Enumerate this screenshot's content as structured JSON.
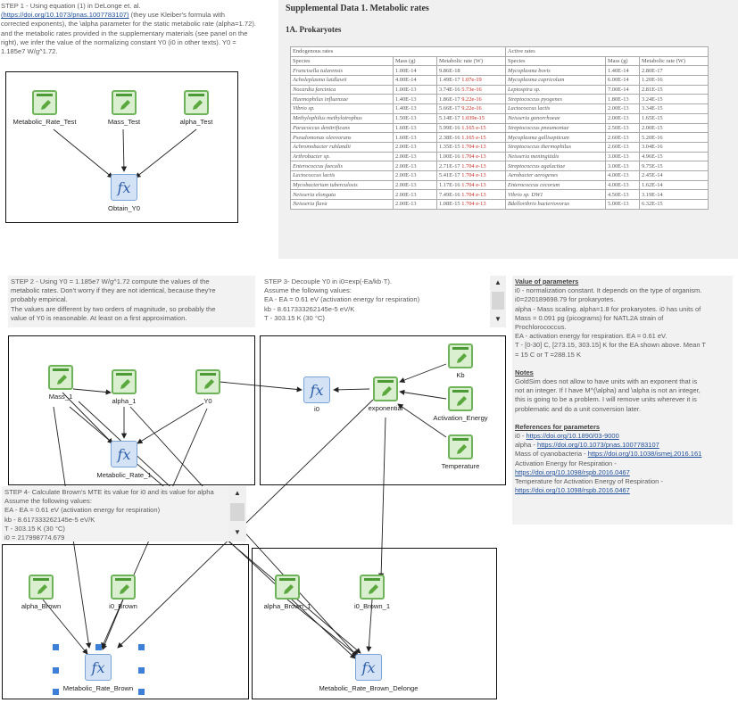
{
  "step1": {
    "line1": "STEP 1 - Using equation (1) in DeLonge et. al.",
    "link": "(https://doi.org/10.1073/pnas.1007783107)",
    "line2b": " (they use Kleiber's formula with",
    "line3": "corrected exponents), the \\alpha parameter for the static metabolic rate (alpha=1.72).",
    "line4": "and the metabolic rates provided in the supplementary materials (see panel on the",
    "line5": "right), we infer the value of the normalizing constant Y0 (i0 in other texts). Y0 =",
    "line6": "1.185e7 W/g^1.72."
  },
  "supp": {
    "title": "Supplemental Data 1. Metabolic rates",
    "subtitle": "1A. Prokaryotes",
    "endogenous_header": "Endogenous rates",
    "active_header": "Active rates",
    "columns": [
      "Species",
      "Mass (g)",
      "Metabolic rate (W)",
      "Species",
      "Mass (g)",
      "Metabolic rate (W)"
    ],
    "rows": [
      [
        "Francisella tularensis",
        "1.00E-14",
        "9.86E-18",
        "",
        "Mycoplasma bovis",
        "1.40E-14",
        "2.80E-17"
      ],
      [
        "Acholeplasma laidlawii",
        "4.00E-14",
        "1.49E-17",
        "1.07e-19",
        "Mycoplasma capricolum",
        "6.00E-14",
        "1.20E-16"
      ],
      [
        "Nocardia farcinica",
        "1.00E-13",
        "3.74E-16",
        "5.73e-16",
        "Leptospira sp.",
        "7.00E-14",
        "2.81E-15"
      ],
      [
        "Haemophilus influenzae",
        "1.40E-13",
        "1.86E-17",
        "9.22e-16",
        "Streptococcus pyogenes",
        "1.80E-13",
        "3.24E-15"
      ],
      [
        "Vibrio sp.",
        "1.40E-13",
        "5.66E-17",
        "9.22e-16",
        "Lactococcus lactis",
        "2.00E-13",
        "3.34E-15"
      ],
      [
        "Methylophilus methylotrophus",
        "1.50E-13",
        "5.14E-17",
        "1.039e-15",
        "Neisseria gonorrhoeae",
        "2.00E-13",
        "1.65E-15"
      ],
      [
        "Paracoccus denitrificans",
        "1.60E-13",
        "5.99E-16",
        "1.165 e-15",
        "Streptococcus pneumoniae",
        "2.50E-13",
        "2.00E-15"
      ],
      [
        "Pseudomonas oleovorans",
        "1.60E-13",
        "2.38E-16",
        "1.165 e-15",
        "Mycoplasma gallisepticum",
        "2.60E-13",
        "5.20E-16"
      ],
      [
        "Achromobacter ruhlandii",
        "2.00E-13",
        "1.35E-15",
        "1.704 e-13",
        "Streptococcus thermophilus",
        "2.60E-13",
        "3.04E-16"
      ],
      [
        "Arthrobacter sp.",
        "2.00E-13",
        "1.00E-16",
        "1.704 e-13",
        "Neisseria meningitidis",
        "3.00E-13",
        "4.96E-15"
      ],
      [
        "Enterococcus faecalis",
        "2.00E-13",
        "2.71E-17",
        "1.704 e-13",
        "Streptococcus agalactiae",
        "3.00E-13",
        "9.75E-15"
      ],
      [
        "Lactococcus lactis",
        "2.00E-13",
        "5.41E-17",
        "1.704 e-13",
        "Aerobacter aerogenes",
        "4.00E-13",
        "2.45E-14"
      ],
      [
        "Mycobacterium tuberculosis",
        "2.00E-13",
        "1.17E-16",
        "1.704 e-13",
        "Enterococcus cecorum",
        "4.00E-13",
        "1.62E-14"
      ],
      [
        "Neisseria elongata",
        "2.00E-13",
        "7.49E-16",
        "1.704 e-13",
        "Vibrio sp. DW1",
        "4.50E-13",
        "3.19E-14"
      ],
      [
        "Neisseria flava",
        "2.00E-13",
        "1.08E-15",
        "1.704 e-13",
        "Bdellovibrio bacteriovorus",
        "5.00E-13",
        "6.32E-15"
      ]
    ]
  },
  "step2": {
    "line1": "STEP 2 - Using  Y0 = 1.185e7 W/g^1.72 compute the values of the",
    "line2": "metabolic rates. Don't worry if they are not identical, because they're",
    "line3": "probably empirical.",
    "line4": "The values are different by two orders of magnitude, so probably the",
    "line5": "value of Y0 is reasonable. At least on a first approximation."
  },
  "step3": {
    "line1": "STEP 3- Decouple Y0 in i0=exp(-Ea/kb·T).",
    "line2": "Assume the following values:",
    "line3": "EA -  EA = 0.61 eV (activation energy for respiration)",
    "line4": "kb - 8.617333262145e-5 eV/K",
    "line5": "T - 303.15 K (30 °C)"
  },
  "step4": {
    "line1": "STEP 4- Calculate Brown's MTE its value for i0 and its value for alpha",
    "line2": "Assume the following values:",
    "line3": "EA -  EA = 0.61 eV (activation energy for respiration)",
    "line4": "kb -  8.617333262145e-5 eV/K",
    "line5": "T - 303.15 K (30 °C)",
    "line6": "i0 = 217998774.679"
  },
  "params": {
    "heading": "Value of parameters",
    "p1": "i0 - normalization constant. It depends on the type of organism.",
    "p2": "i0=220189698.79 for prokaryotes.",
    "p3": "alpha - Mass scaling. alpha=1.8 for prokaryotes. i0 has units of",
    "p4": "Mass = 0.091 pg (picograms) for  NATL2A strain of",
    "p5": "Prochlorococcus.",
    "p6": "EA - activation energy for respiration. EA = 0.61 eV.",
    "p7": "T - [0-30] C, [273.15, 303.15] K for the EA shown above. Mean T",
    "p8": "= 15 C or T =288.15 K",
    "notes_heading": "Notes",
    "n1": "GoldSim does not allow to have units with an exponent that is",
    "n2": "not an integer. If I have M^(\\alpha) and \\alpha is not an integer,",
    "n3": "this is going to be a problem. I will remove units wherever it is",
    "n4": "problematic and do a unit conversion later.",
    "refs_heading": "References for parameters",
    "r1a": "i0 - ",
    "r1b": "https://doi.org/10.1890/03-9000",
    "r2a": "alpha - ",
    "r2b": "https://doi.org/10.1073/pnas.1007783107",
    "r3a": "Mass of cyanobacteria - ",
    "r3b": "https://doi.org/10.1038/ismej.2016.161",
    "r4a": "Activation Energy for Respiration -",
    "r4b": "https://doi.org/10.1098/rspb.2016.0467",
    "r5a": "Temperature for Activation Energy of Respiration -",
    "r5b": "https://doi.org/10.1098/rspb.2016.0467"
  },
  "nodes": {
    "metabolic_rate_test": "Metabolic_Rate_Test",
    "mass_test": "Mass_Test",
    "alpha_test": "alpha_Test",
    "obtain_y0": "Obtain_Y0",
    "mass_1": "Mass_1",
    "alpha_1": "alpha_1",
    "y0": "Y0",
    "metabolic_rate_1": "Metabolic_Rate_1",
    "i0": "i0",
    "exponential": "exponential",
    "kb": "Kb",
    "activation_energy": "Activation_Energy",
    "temperature": "Temperature",
    "alpha_brown": "alpha_Brown",
    "i0_brown": "i0_Brown",
    "metabolic_rate_brown": "Metabolic_Rate_Brown",
    "alpha_brown_1": "alpha_Brown_1",
    "i0_brown_1": "i0_Brown_1",
    "metabolic_rate_brown_delonge": "Metabolic_Rate_Brown_Delonge"
  },
  "icons": {
    "fx_glyph": "fx",
    "scroll_up": "▲",
    "scroll_down": "▼"
  }
}
